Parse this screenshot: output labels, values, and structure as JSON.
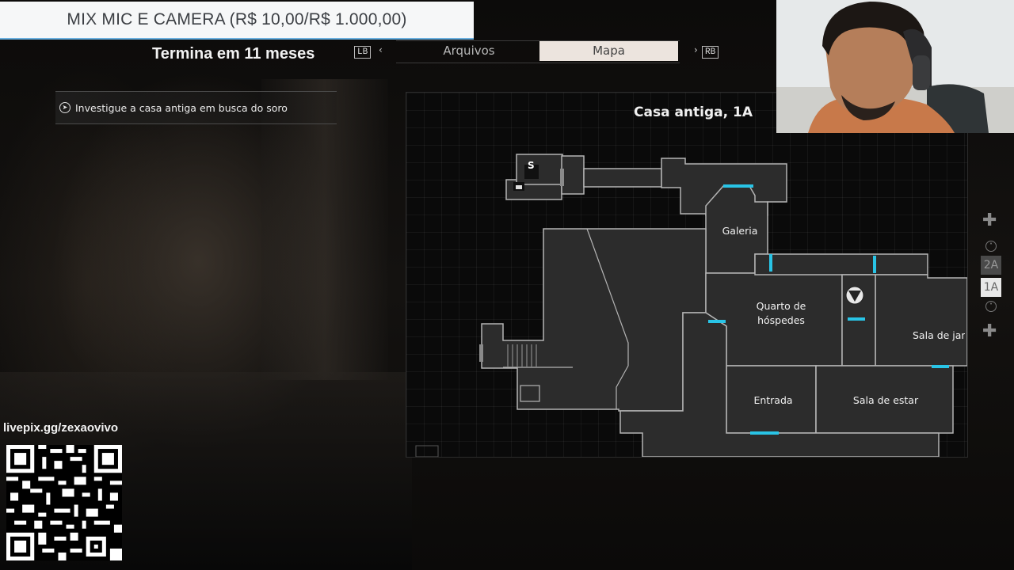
{
  "banner": {
    "text": "MIX MIC E CAMERA (R$ 10,00/R$ 1.000,00)"
  },
  "deadline": "Termina em 11 meses",
  "tabs": {
    "left_hint": "LB",
    "right_hint": "RB",
    "items": [
      {
        "label": "Arquivos",
        "active": false
      },
      {
        "label": "Mapa",
        "active": true
      }
    ]
  },
  "objective": {
    "text": "Investigue a casa antiga em busca do soro"
  },
  "map": {
    "title": "Casa antiga, 1A",
    "save_marker": "S",
    "rooms": {
      "galeria": "Galeria",
      "quarto": "Quarto de hóspedes",
      "sala_jantar": "Sala de jant",
      "entrada": "Entrada",
      "sala_estar": "Sala de estar"
    },
    "floors": {
      "upper": "2A",
      "current": "1A"
    },
    "colors": {
      "door": "#29c4e6",
      "room_fill": "#2c2c2c",
      "wall": "#b8b8b8"
    }
  },
  "stream": {
    "livepix_url": "livepix.gg/zexaovivo"
  }
}
